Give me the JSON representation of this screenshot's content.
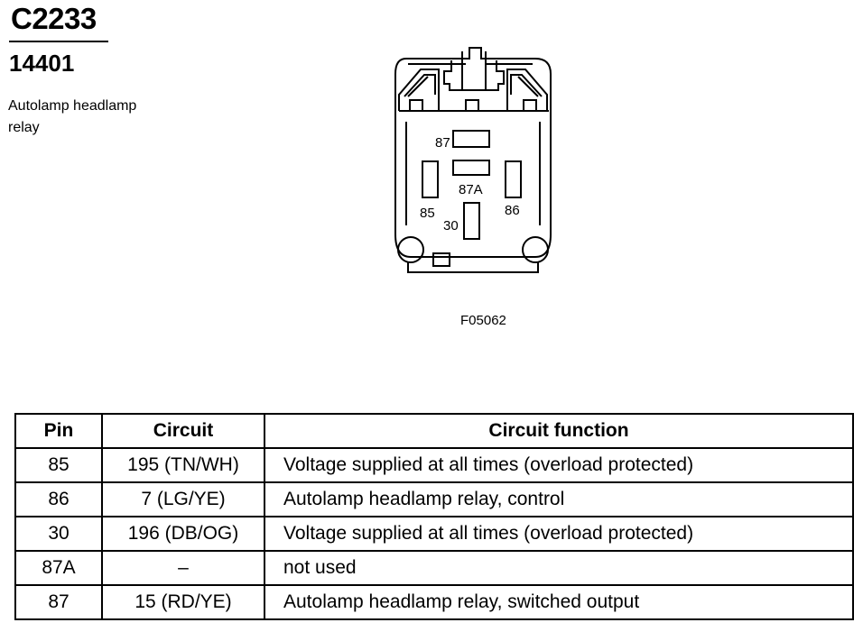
{
  "header": {
    "connector_id": "C2233",
    "part_number": "14401",
    "description": "Autolamp headlamp relay"
  },
  "diagram": {
    "pin_labels": {
      "pin_87": "87",
      "pin_87a": "87A",
      "pin_85": "85",
      "pin_86": "86",
      "pin_30": "30"
    },
    "figure_id": "F05062"
  },
  "table": {
    "columns": [
      "Pin",
      "Circuit",
      "Circuit function"
    ],
    "rows": [
      {
        "pin": "85",
        "circuit": "195 (TN/WH)",
        "function": "Voltage supplied at all times (overload protected)"
      },
      {
        "pin": "86",
        "circuit": "7 (LG/YE)",
        "function": "Autolamp headlamp relay, control"
      },
      {
        "pin": "30",
        "circuit": "196 (DB/OG)",
        "function": "Voltage supplied at all times (overload protected)"
      },
      {
        "pin": "87A",
        "circuit": "–",
        "function": "not used"
      },
      {
        "pin": "87",
        "circuit": "15 (RD/YE)",
        "function": "Autolamp headlamp relay, switched output"
      }
    ]
  }
}
